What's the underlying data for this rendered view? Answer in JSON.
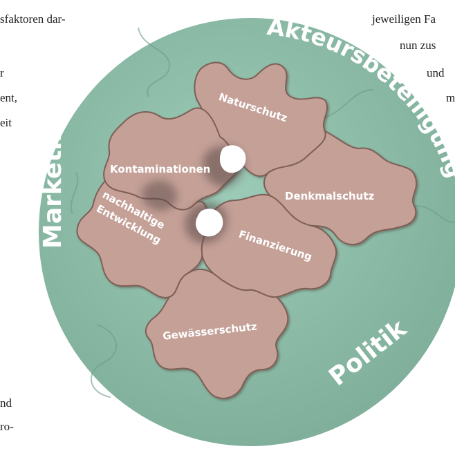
{
  "left_text": [
    "sfaktoren dar-",
    "r",
    "ent,",
    "eit",
    "nd",
    "ro-"
  ],
  "right_text": [
    "jeweiligen Fa",
    "nun zus",
    "und",
    "m"
  ],
  "ring_labels": {
    "top": "Akteursbeteiligung",
    "left": "Marketing",
    "bottom": "Politik"
  },
  "pieces": {
    "naturschutz": "Naturschutz",
    "kontaminationen": "Kontaminationen",
    "denkmalschutz": "Denkmalschutz",
    "nachhaltige_1": "nachhaltige",
    "nachhaltige_2": "Entwicklung",
    "finanzierung": "Finanzierung",
    "gewaesserschutz": "Gewässerschutz"
  },
  "colors": {
    "circle": "#8fbeaa",
    "circle_dark": "#6c9c88",
    "piece": "#c4a097",
    "piece_dark": "#a98279",
    "hole": "#ffffff"
  }
}
